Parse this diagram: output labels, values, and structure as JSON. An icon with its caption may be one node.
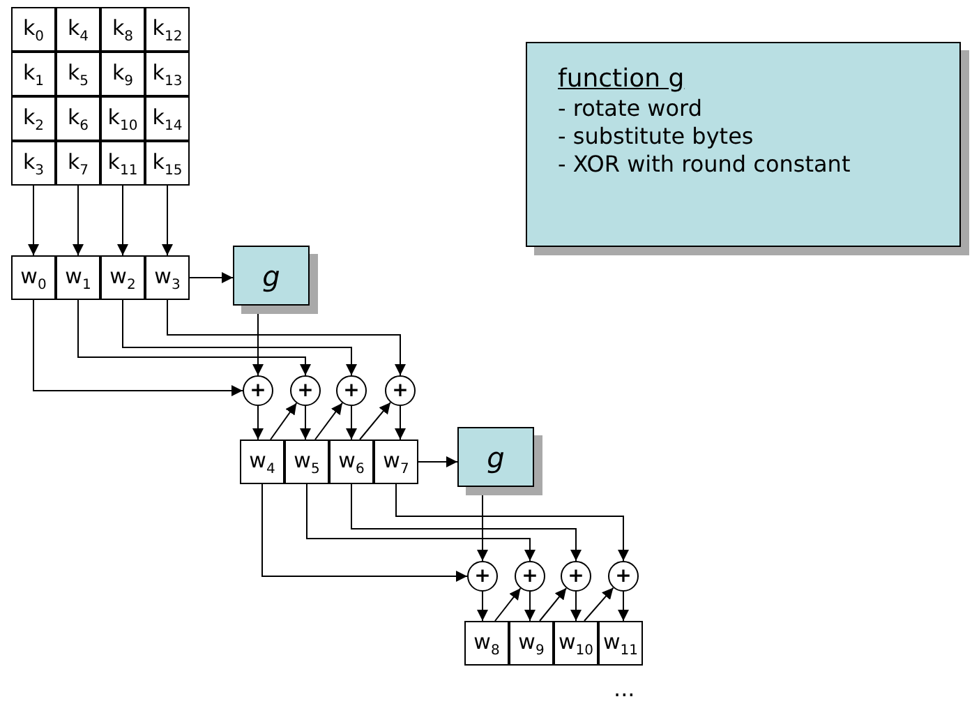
{
  "diagram": {
    "nodes": [
      {
        "text": [
          "k$_{0}$"
        ]
      },
      {
        "text": [
          "k$_{4}$"
        ]
      },
      {
        "text": [
          "k$_{8}$"
        ]
      },
      {
        "text": [
          "k$_{12}$"
        ]
      },
      {
        "text": [
          "k$_{1}$"
        ]
      },
      {
        "text": [
          "k$_{5}$"
        ]
      },
      {
        "text": [
          "k$_{9}$"
        ]
      },
      {
        "text": [
          "k$_{13}$"
        ]
      },
      {
        "text": [
          "k$_{2}$"
        ]
      },
      {
        "text": [
          "k$_{6}$"
        ]
      },
      {
        "text": [
          "k$_{10}$"
        ]
      },
      {
        "text": [
          "k$_{14}$"
        ]
      },
      {
        "text": [
          "k$_{3}$"
        ]
      },
      {
        "text": [
          "k$_{7}$"
        ]
      },
      {
        "text": [
          "k$_{11}$"
        ]
      },
      {
        "text": [
          "k$_{15}$"
        ]
      },
      {
        "text": [
          "function g",
          "- rotate word",
          "- substitute bytes",
          "- XOR with round constant"
        ]
      },
      {
        "text": [
          "w$_{0}$"
        ]
      },
      {
        "text": [
          "w$_{1}$"
        ]
      },
      {
        "text": [
          "w$_{2}$"
        ]
      },
      {
        "text": [
          "w$_{3}$"
        ]
      },
      {
        "text": [
          "g"
        ]
      },
      {
        "text": [
          "+"
        ]
      },
      {
        "text": [
          "+"
        ]
      },
      {
        "text": [
          "+"
        ]
      },
      {
        "text": [
          "+"
        ]
      },
      {
        "text": [
          "w$_{4}$"
        ]
      },
      {
        "text": [
          "w$_{5}$"
        ]
      },
      {
        "text": [
          "w$_{6}$"
        ]
      },
      {
        "text": [
          "w$_{7}$"
        ]
      },
      {
        "text": [
          "g"
        ]
      },
      {
        "text": [
          "+"
        ]
      },
      {
        "text": [
          "+"
        ]
      },
      {
        "text": [
          "+"
        ]
      },
      {
        "text": [
          "+"
        ]
      },
      {
        "text": [
          "w$_{8}$"
        ]
      },
      {
        "text": [
          "w$_{9}$"
        ]
      },
      {
        "text": [
          "w$_{10}$"
        ]
      },
      {
        "text": [
          "w$_{11}$"
        ]
      }
    ],
    "edges": [
      {
        "from": 12,
        "to": 17,
        "arrow": "to"
      },
      {
        "from": 13,
        "to": 18,
        "arrow": "to"
      },
      {
        "from": 14,
        "to": 19,
        "arrow": "to"
      },
      {
        "from": 15,
        "to": 20,
        "arrow": "to"
      },
      {
        "from": 20,
        "to": 21,
        "arrow": "to"
      },
      {
        "from": 21,
        "to": 22,
        "arrow": "to"
      },
      {
        "from": 17,
        "to": 22,
        "arrow": "to"
      },
      {
        "from": 18,
        "to": 23,
        "arrow": "to"
      },
      {
        "from": 19,
        "to": 24,
        "arrow": "to"
      },
      {
        "from": 20,
        "to": 25,
        "arrow": "to"
      },
      {
        "from": 22,
        "to": 26,
        "arrow": "to"
      },
      {
        "from": 23,
        "to": 27,
        "arrow": "to"
      },
      {
        "from": 24,
        "to": 28,
        "arrow": "to"
      },
      {
        "from": 25,
        "to": 29,
        "arrow": "to"
      },
      {
        "from": 26,
        "to": 23,
        "arrow": "to"
      },
      {
        "from": 27,
        "to": 24,
        "arrow": "to"
      },
      {
        "from": 28,
        "to": 25,
        "arrow": "to"
      },
      {
        "from": 29,
        "to": 30,
        "arrow": "to"
      },
      {
        "from": 30,
        "to": 31,
        "arrow": "to"
      },
      {
        "from": 26,
        "to": 31,
        "arrow": "to"
      },
      {
        "from": 27,
        "to": 32,
        "arrow": "to"
      },
      {
        "from": 28,
        "to": 33,
        "arrow": "to"
      },
      {
        "from": 29,
        "to": 34,
        "arrow": "to"
      },
      {
        "from": 31,
        "to": 35,
        "arrow": "to"
      },
      {
        "from": 32,
        "to": 36,
        "arrow": "to"
      },
      {
        "from": 33,
        "to": 37,
        "arrow": "to"
      },
      {
        "from": 34,
        "to": 38,
        "arrow": "to"
      },
      {
        "from": 35,
        "to": 32,
        "arrow": "to"
      },
      {
        "from": 36,
        "to": 33,
        "arrow": "to"
      },
      {
        "from": 37,
        "to": 34,
        "arrow": "to"
      }
    ],
    "labels": [
      "..."
    ]
  }
}
